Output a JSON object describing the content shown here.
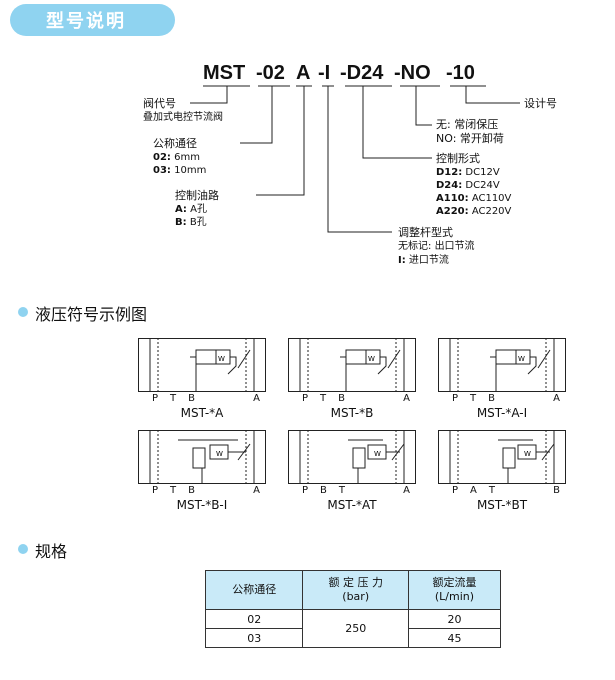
{
  "header": {
    "title": "型号说明"
  },
  "model_code": {
    "parts": [
      "MST",
      "-02",
      "A",
      "-I",
      "-D24",
      "-NO",
      "-10"
    ]
  },
  "legend": {
    "valve_type": {
      "title": "阀代号",
      "desc": "叠加式电控节流阀"
    },
    "nominal_size": {
      "title": "公称通径",
      "items": [
        {
          "key": "02:",
          "val": "6mm"
        },
        {
          "key": "03:",
          "val": "10mm"
        }
      ]
    },
    "control_line": {
      "title": "控制油路",
      "items": [
        {
          "key": "A:",
          "val": "A孔"
        },
        {
          "key": "B:",
          "val": "B孔"
        }
      ]
    },
    "adjust": {
      "title": "调整杆型式",
      "items": [
        {
          "key": "无标记:",
          "val": "出口节流"
        },
        {
          "key": "I:",
          "val": "进口节流"
        }
      ]
    },
    "control": {
      "title": "控制形式",
      "items": [
        {
          "key": "D12:",
          "val": "DC12V"
        },
        {
          "key": "D24:",
          "val": "DC24V"
        },
        {
          "key": "A110:",
          "val": "AC110V"
        },
        {
          "key": "A220:",
          "val": "AC220V"
        }
      ]
    },
    "pressure": {
      "items": [
        {
          "key": "无:",
          "val": "常闭保压"
        },
        {
          "key": "NO:",
          "val": "常开卸荷"
        }
      ]
    },
    "design": {
      "title": "设计号"
    }
  },
  "symbols_section": {
    "title": "液压符号示例图"
  },
  "symbols": [
    {
      "label": "MST-*A",
      "ports": [
        "P",
        "T",
        "B",
        "A"
      ]
    },
    {
      "label": "MST-*B",
      "ports": [
        "P",
        "T",
        "B",
        "A"
      ]
    },
    {
      "label": "MST-*A-I",
      "ports": [
        "P",
        "T",
        "B",
        "A"
      ]
    },
    {
      "label": "MST-*B-I",
      "ports": [
        "P",
        "T",
        "B",
        "A"
      ]
    },
    {
      "label": "MST-*AT",
      "ports": [
        "P",
        "B",
        "T",
        "A"
      ]
    },
    {
      "label": "MST-*BT",
      "ports": [
        "P",
        "A",
        "T",
        "B"
      ]
    }
  ],
  "symbol_glyph": {
    "w": "W"
  },
  "specs_section": {
    "title": "规格"
  },
  "spec_table": {
    "headers": [
      [
        "公称通径"
      ],
      [
        "额 定 压 力",
        "(bar)"
      ],
      [
        "额定流量",
        "(L/min)"
      ]
    ],
    "rows": [
      [
        "02",
        "250",
        "20"
      ],
      [
        "03",
        "",
        "45"
      ]
    ]
  },
  "colors": {
    "accent": "#8fd3f0",
    "table_header": "#c9eaf8"
  }
}
